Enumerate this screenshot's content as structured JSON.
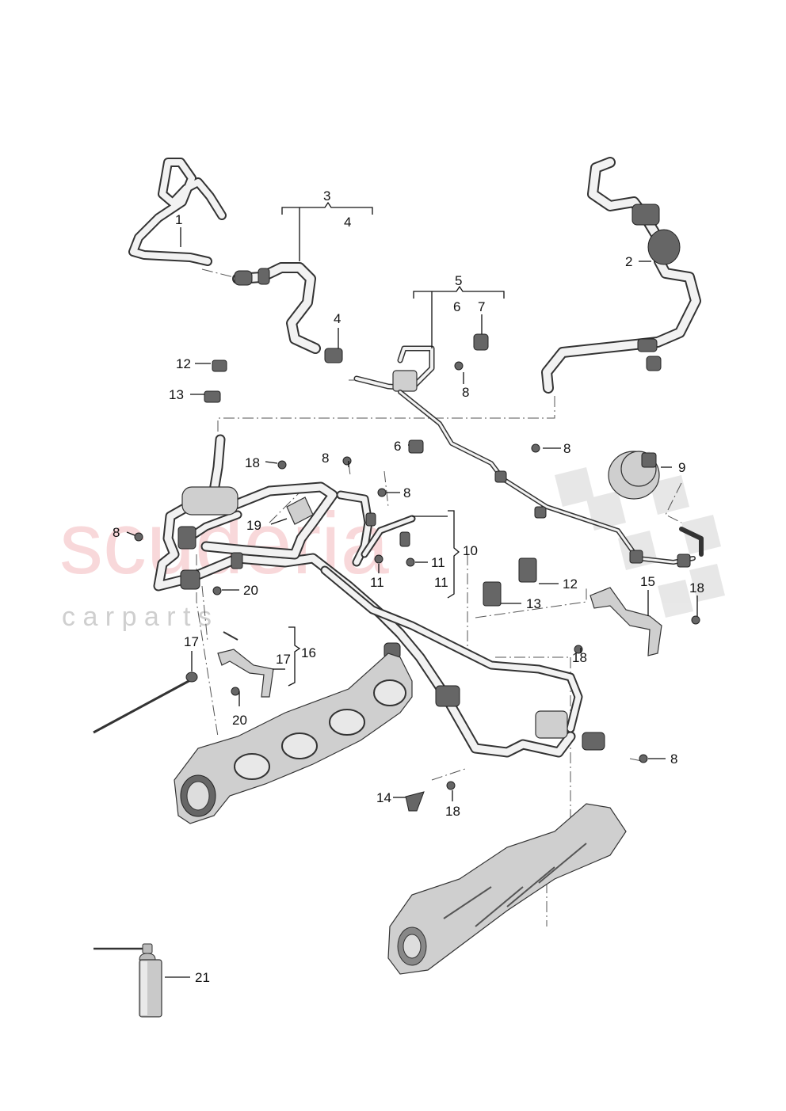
{
  "watermark": {
    "brand": "scuderia",
    "sub": "c a r p a r t s"
  },
  "callouts": {
    "c1": "1",
    "c2": "2",
    "c3": "3",
    "c4a": "4",
    "c4b": "4",
    "c5": "5",
    "c6a": "6",
    "c6b": "6",
    "c7": "7",
    "c8a": "8",
    "c8b": "8",
    "c8c": "8",
    "c8d": "8",
    "c8e": "8",
    "c8f": "8",
    "c9": "9",
    "c10": "10",
    "c11a": "11",
    "c11b": "11",
    "c11c": "11",
    "c12a": "12",
    "c12b": "12",
    "c13a": "13",
    "c13b": "13",
    "c14": "14",
    "c15": "15",
    "c16": "16",
    "c17a": "17",
    "c17b": "17",
    "c18a": "18",
    "c18b": "18",
    "c18c": "18",
    "c18d": "18",
    "c19": "19",
    "c20a": "20",
    "c20b": "20",
    "c21": "21"
  },
  "colors": {
    "watermark_red": "#f3b9bd",
    "watermark_grey": "#cfcfcf",
    "line": "#111111"
  }
}
